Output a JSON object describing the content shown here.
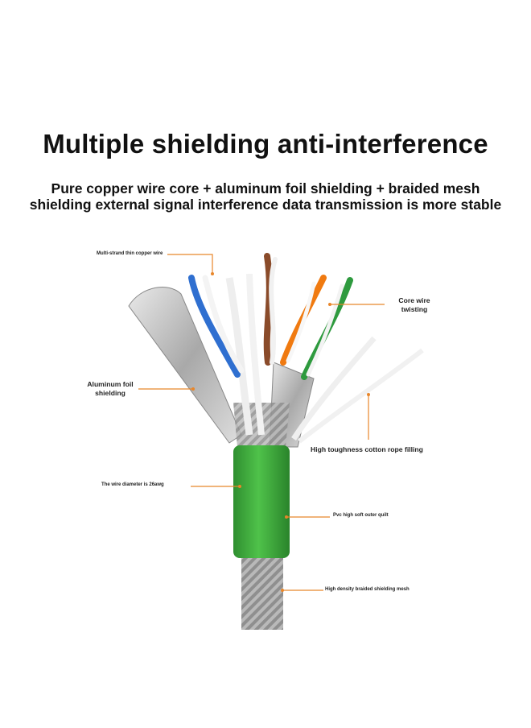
{
  "header": {
    "title": "Multiple shielding anti-interference",
    "subtitle": "Pure copper wire core + aluminum foil shielding + braided mesh shielding external signal interference data transmission is more stable"
  },
  "labels": {
    "copper_wire": "Multi-strand thin copper wire",
    "core_twist_1": "Core wire",
    "core_twist_2": "twisting",
    "foil_1": "Aluminum foil",
    "foil_2": "shielding",
    "cotton_rope": "High toughness cotton rope filling",
    "diameter": "The wire diameter is 26awg",
    "outer_quilt": "Pvc high soft outer quilt",
    "braided_mesh": "High density braided shielding mesh"
  },
  "colors": {
    "leader_line": "#e8862a",
    "jacket_green": "#3aa63a",
    "foil_silver": "#c9c9c9",
    "wire_blue": "#2f6fd0",
    "wire_brown": "#8a4b2a",
    "wire_orange": "#f07a10",
    "wire_green": "#2e9a3e"
  }
}
